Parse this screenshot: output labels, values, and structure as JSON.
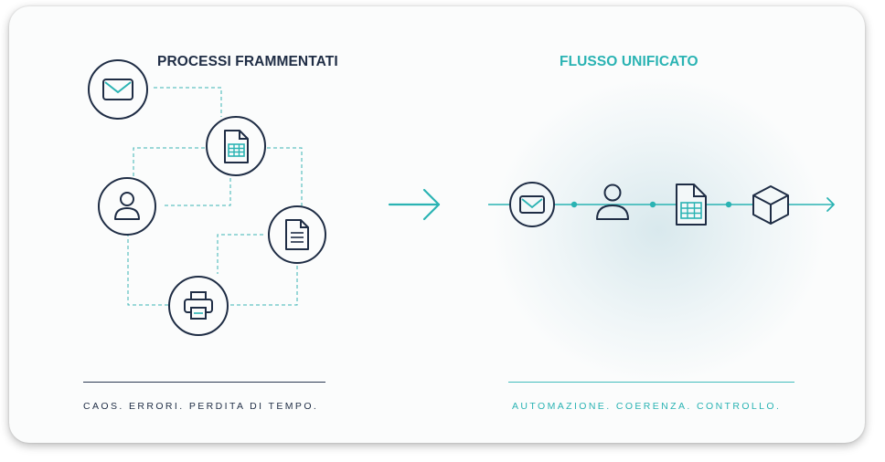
{
  "left_panel": {
    "title": "PROCESSI FRAMMENTATI",
    "tagline": "CAOS. ERRORI. PERDITA DI TEMPO.",
    "nodes": [
      "mail-icon",
      "spreadsheet-icon",
      "user-icon",
      "document-icon",
      "printer-icon"
    ]
  },
  "right_panel": {
    "title": "FLUSSO UNIFICATO",
    "tagline": "AUTOMAZIONE. COERENZA. CONTROLLO.",
    "nodes": [
      "mail-icon",
      "user-icon",
      "spreadsheet-icon",
      "package-icon"
    ]
  },
  "center": {
    "icon": "arrow-right-icon"
  },
  "colors": {
    "navy": "#1f2d45",
    "teal": "#2ab3b3",
    "card_background": "#fbfcfc"
  }
}
